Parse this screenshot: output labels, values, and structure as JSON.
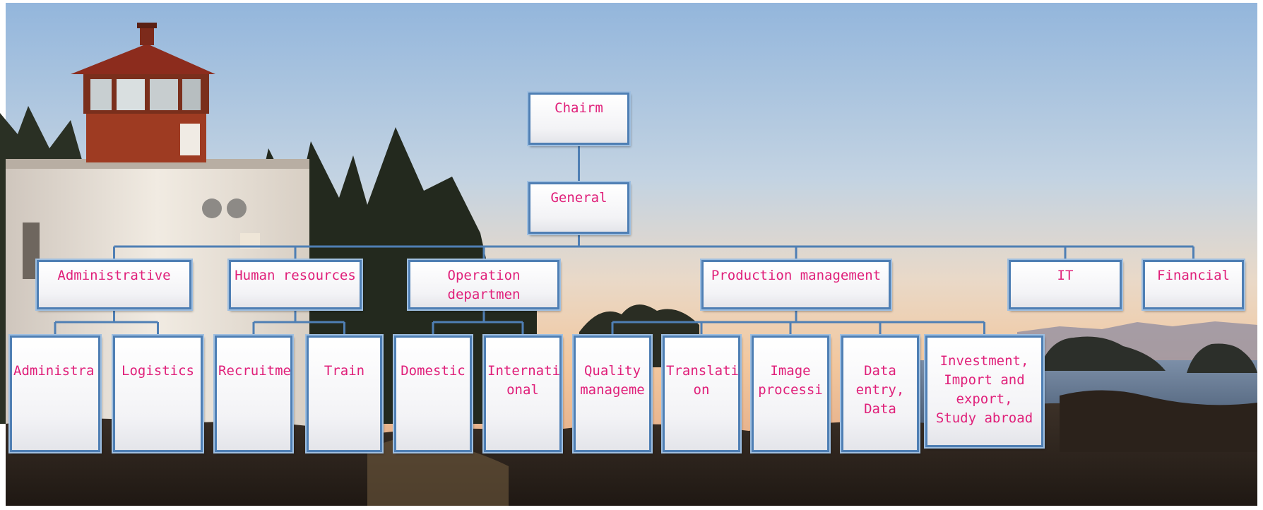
{
  "colors": {
    "node_text": "#e0207a",
    "node_border": "#4f7fb4",
    "connector": "#4f7fb4"
  },
  "org_chart": {
    "chairman": "Chairm",
    "general": "General",
    "departments": [
      {
        "id": "administrative",
        "label": "Administrative",
        "children": [
          "Administra",
          "Logistics"
        ]
      },
      {
        "id": "human-resources",
        "label": "Human resources",
        "children": [
          "Recruitme",
          "Train"
        ]
      },
      {
        "id": "operation",
        "label": "Operation\ndepartmen",
        "children": [
          "Domestic",
          "Internati\nonal"
        ]
      },
      {
        "id": "production-management",
        "label": "Production management",
        "children": [
          "Quality\nmanageme",
          "Translati\non",
          "Image\nprocessi",
          "Data\nentry,\nData",
          "Investment,\nImport and\nexport,\nStudy abroad"
        ]
      },
      {
        "id": "it",
        "label": "IT",
        "children": []
      },
      {
        "id": "financial",
        "label": "Financial",
        "children": []
      }
    ]
  }
}
